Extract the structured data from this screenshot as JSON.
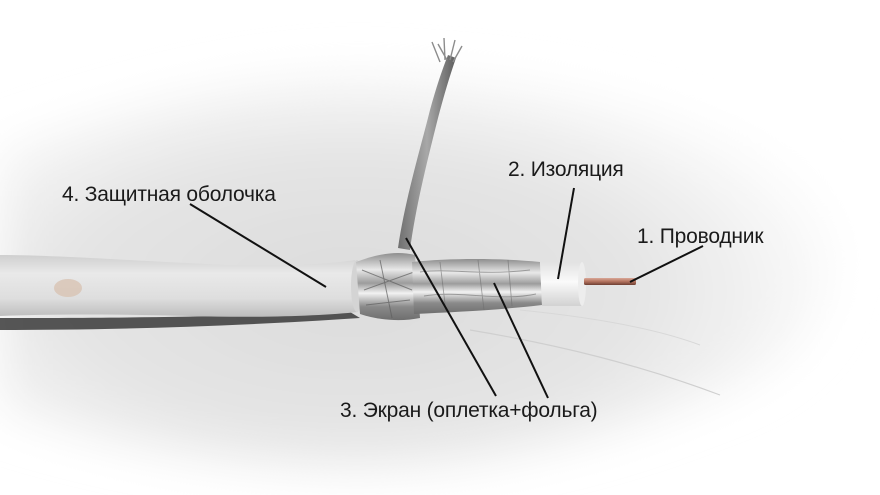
{
  "figure": {
    "subject": "Coaxial cable structure",
    "background_color": "#ffffff",
    "wall_color": "#e6e6e6"
  },
  "labels": [
    {
      "id": "conductor",
      "number": "1",
      "text": "1. Проводник",
      "target": "center copper conductor"
    },
    {
      "id": "insulation",
      "number": "2",
      "text": "2. Изоляция",
      "target": "white dielectric insulation"
    },
    {
      "id": "shield",
      "number": "3",
      "text": "3. Экран (оплетка+фольга)",
      "target": "braid and foil shield"
    },
    {
      "id": "jacket",
      "number": "4",
      "text": "4. Защитная оболочка",
      "target": "outer protective jacket"
    }
  ],
  "colors": {
    "label_text": "#1a1a1a",
    "leader_line": "#111111",
    "jacket": "#dcdcdc",
    "foil": "#b9b9b9",
    "insulation": "#f0f0f0",
    "copper": "#b9806e"
  }
}
